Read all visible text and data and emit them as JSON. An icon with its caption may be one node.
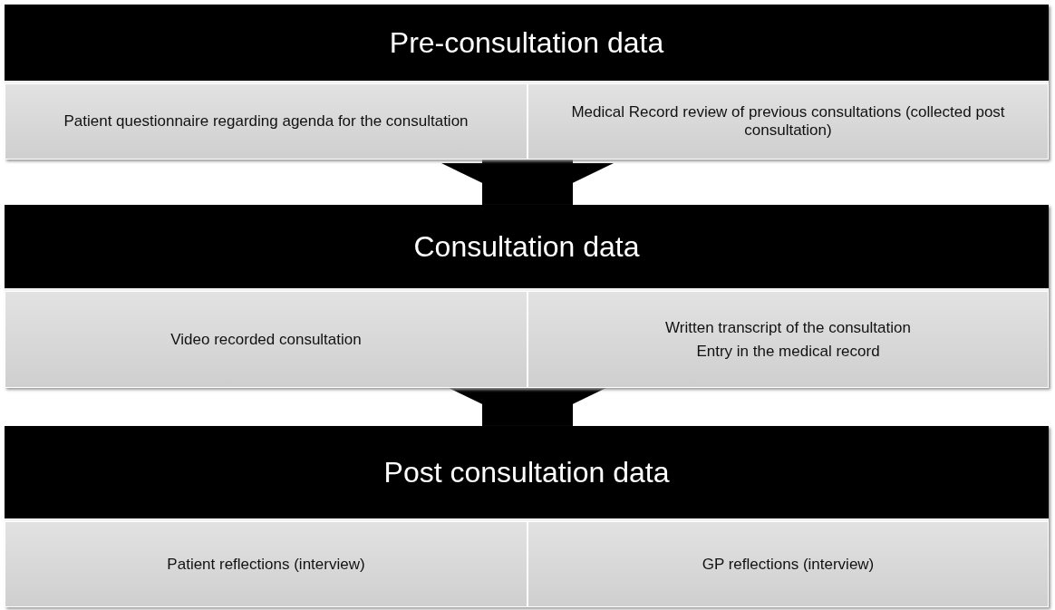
{
  "diagram": {
    "nodes": [
      {
        "text": [
          "Pre-consultation data"
        ]
      },
      {
        "text": [
          "Patient questionnaire regarding agenda for the consultation"
        ],
        "in": 0
      },
      {
        "text": [
          "Medical Record review  of previous consultations (collected post consultation)"
        ],
        "in": 0
      },
      {
        "text": [
          "Consultation data"
        ]
      },
      {
        "text": [
          "Video recorded consultation"
        ],
        "in": 3
      },
      {
        "text": [
          "Written transcript of the consultation",
          "Entry in the medical record"
        ],
        "in": 3
      },
      {
        "text": [
          "Post consultation data"
        ]
      },
      {
        "text": [
          "Patient reflections (interview)"
        ],
        "in": 6
      },
      {
        "text": [
          "GP reflections (interview)"
        ],
        "in": 6
      }
    ],
    "edges": [
      {
        "from": 0,
        "to": 3,
        "arrow": "to"
      },
      {
        "from": 3,
        "to": 6,
        "arrow": "to"
      }
    ]
  }
}
